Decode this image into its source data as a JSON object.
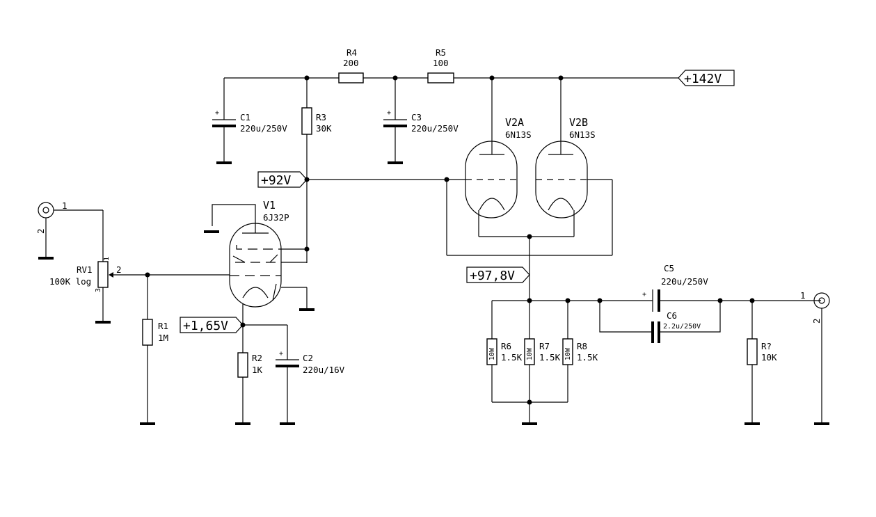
{
  "nets": {
    "b142": "+142V",
    "b92": "+92V",
    "b165": "+1,65V",
    "b978": "+97,8V"
  },
  "components": {
    "R4": {
      "ref": "R4",
      "value": "200"
    },
    "R5": {
      "ref": "R5",
      "value": "100"
    },
    "R3": {
      "ref": "R3",
      "value": "30K"
    },
    "C1": {
      "ref": "C1",
      "value": "220u/250V"
    },
    "C3": {
      "ref": "C3",
      "value": "220u/250V"
    },
    "V2A": {
      "ref": "V2A",
      "value": "6N13S"
    },
    "V2B": {
      "ref": "V2B",
      "value": "6N13S"
    },
    "V1": {
      "ref": "V1",
      "value": "6J32P"
    },
    "RV1": {
      "ref": "RV1",
      "value": "100K log"
    },
    "R1": {
      "ref": "R1",
      "value": "1M"
    },
    "R2": {
      "ref": "R2",
      "value": "1K"
    },
    "C2": {
      "ref": "C2",
      "value": "220u/16V"
    },
    "C5": {
      "ref": "C5",
      "value": "220u/250V"
    },
    "C6": {
      "ref": "C6",
      "value": "2.2u/250V"
    },
    "R6": {
      "ref": "R6",
      "value": "1.5K",
      "body": "10W"
    },
    "R7": {
      "ref": "R7",
      "value": "1.5K",
      "body": "10W"
    },
    "R8": {
      "ref": "R8",
      "value": "1.5K",
      "body": "10W"
    },
    "Rq": {
      "ref": "R?",
      "value": "10K"
    }
  },
  "pins": {
    "j_in_1": "1",
    "j_in_2": "2",
    "rv_1": "1",
    "rv_2": "2",
    "rv_3": "3",
    "j_out_1": "1",
    "j_out_2": "2"
  },
  "symbols": {
    "plus": "+"
  },
  "icons": {
    "connector": "coax-connector-icon",
    "ground": "ground-icon"
  }
}
